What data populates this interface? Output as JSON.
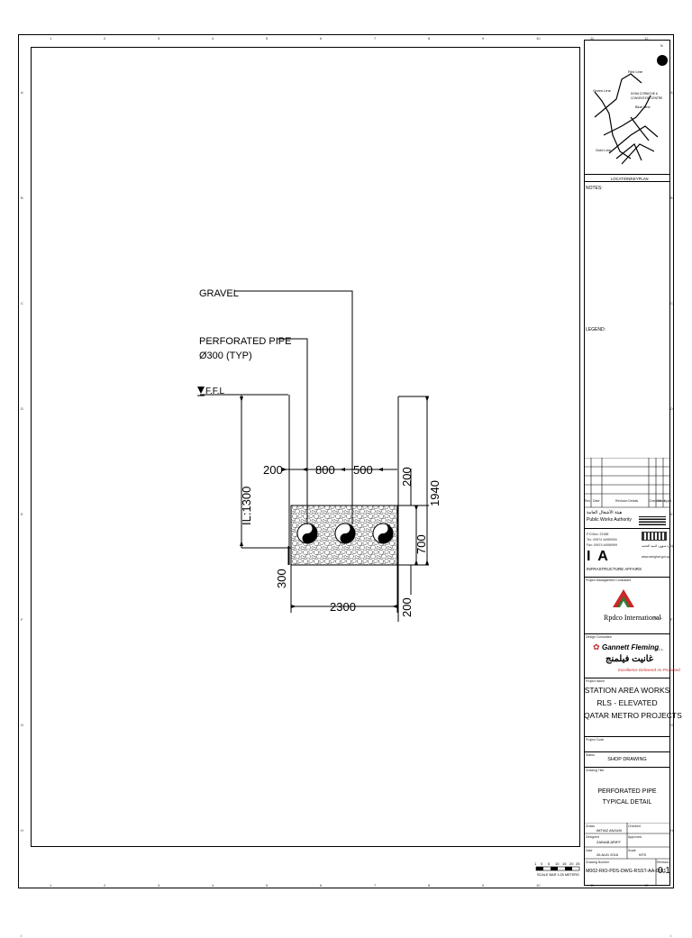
{
  "border": {
    "top_numbers": [
      "1",
      "2",
      "3",
      "4",
      "5",
      "6",
      "7",
      "8",
      "9",
      "10",
      "11",
      "12"
    ],
    "side_letters": [
      "A",
      "B",
      "C",
      "D",
      "E",
      "F",
      "G",
      "H",
      "I"
    ]
  },
  "drawing": {
    "gravel_label": "GRAVEL",
    "pipe_label_line1": "PERFORATED PIPE",
    "pipe_label_line2": "Ø300 (TYP)",
    "ffl_label": "F.F.L",
    "dim_il": "IL:1300",
    "dim_1940": "1940",
    "dim_200_left": "200",
    "dim_800": "800",
    "dim_500": "500",
    "dim_200_top": "200",
    "dim_700": "700",
    "dim_300": "300",
    "dim_2300": "2300",
    "dim_200_bottom": "200"
  },
  "scale_bar": {
    "numbers": [
      "1",
      "0",
      "5",
      "10",
      "15",
      "20",
      "25"
    ],
    "caption": "SCALE BAR 1:25 METERS"
  },
  "key_plan": {
    "north": "N",
    "red_line": "Red Line",
    "green_line": "Green Line",
    "doha_corniche": "DOHA CORNICHE &",
    "doha_corniche_2": "CONVENTION CENTRE",
    "blue_line": "Blue Line",
    "gold_line": "Gold Line",
    "caption": "LOCATION/KEYPLAN"
  },
  "title_block": {
    "notes": "NOTES:",
    "legend": "LEGEND:",
    "rev_headers": [
      "Rev",
      "Date",
      "Revision Details",
      "Checked",
      "Client",
      "Appd"
    ],
    "authority_arabic": "هيئة الأشغال العامة",
    "authority": "Public Works Authority",
    "ashghal_logo": "ASHGHAL",
    "address": [
      "P.O.Box: 22188",
      "Tel.: 00974 44950000",
      "Fax: 00974 44950999"
    ],
    "ia_logo": "I A",
    "ia_text": "INFRASTRUCTURE AFFAIRS",
    "qatar_arabic": "إدارة شؤون البنية التحتية",
    "website": "www.ashghal.gov.qa",
    "pmc_label": "Project Management Consultant",
    "pmc_name": "Rpdco International",
    "pmc_suffix": "W.L.L.",
    "design_consultant_label": "Design Consultant",
    "gf_name": "Gannett Fleming",
    "gf_suffix": "W.L.L.",
    "gf_arabic": "غانيت فيلمنج",
    "gf_tagline": "Excellence Delivered As Promised",
    "project_name_label": "Project Name",
    "project_name": [
      "STATION AREA WORKS",
      "RLS - ELEVATED",
      "QATAR METRO PROJECTS"
    ],
    "project_code_label": "Project Code",
    "status_label": "Status",
    "status": "SHOP DRAWING",
    "drawing_title_label": "Drawing Title",
    "drawing_title": [
      "PERFORATED PIPE",
      "TYPICAL DETAIL"
    ],
    "drawn_label": "Drawn",
    "drawn": "IMTIAZ ANJUM",
    "checked_label": "Checked",
    "designed_label": "Designed",
    "designed": "ZAINAB ARIFF",
    "approved_label": "Approved",
    "date_label": "Date",
    "date": "26 AUG 2016",
    "scale_label": "Scale",
    "scale": "NTS",
    "drawing_number_label": "Drawing Number",
    "drawing_number": "M002-RIO-PDS-DWG-RSST-AA-0011",
    "revision_label": "Revision",
    "revision": "0.1"
  }
}
